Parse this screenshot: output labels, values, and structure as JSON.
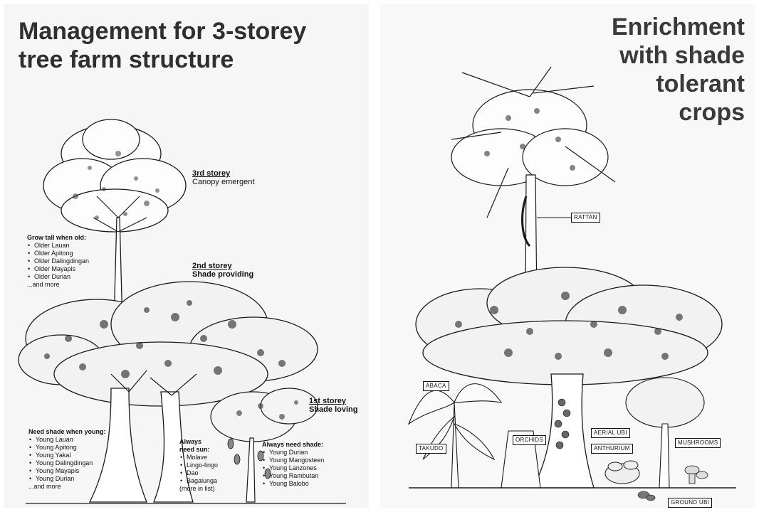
{
  "left": {
    "title_line1": "Management for 3-storey",
    "title_line2": "tree farm structure",
    "storey3": {
      "title": "3rd storey",
      "desc": "Canopy emergent"
    },
    "storey2": {
      "title": "2nd storey",
      "desc": "Shade providing"
    },
    "storey1": {
      "title": "1st storey",
      "desc": "Shade loving"
    },
    "grow_tall": {
      "heading": "Grow tall when old:",
      "items": [
        "Older Lauan",
        "Older Apitong",
        "Older Dalingdingan",
        "Older Mayapis",
        "Older Durian"
      ],
      "more": "...and more"
    },
    "need_shade_young": {
      "heading": "Need shade when young:",
      "items": [
        "Young Lauan",
        "Young Apitong",
        "Young Yakal",
        "Young Dalingdingan",
        "Young Mayapis",
        "Young Durian"
      ],
      "more": "...and more"
    },
    "need_sun": {
      "heading_line1": "Always",
      "heading_line2": "need sun:",
      "items": [
        "Molave",
        "Lingo-lingo",
        "Dao",
        "Bagalunga"
      ],
      "more": "(more in list)"
    },
    "always_shade": {
      "heading": "Always need shade:",
      "items": [
        "Young Durian",
        "Young Mangosteen",
        "Young Lanzones",
        "Young Rambutan",
        "Young Balobo"
      ]
    }
  },
  "right": {
    "title_line1": "Enrichment",
    "title_line2": "with shade",
    "title_line3": "tolerant",
    "title_line4": "crops",
    "labels": {
      "rattan": "RATTAN",
      "abaca": "ABACA",
      "takudo": "TAKUDO",
      "orchids": "ORCHIDS",
      "aerial_ubi": "AERIAL UBI",
      "anthurium": "ANTHURIUM",
      "mushrooms": "MUSHROOMS",
      "ground_ubi": "GROUND UBI"
    }
  }
}
